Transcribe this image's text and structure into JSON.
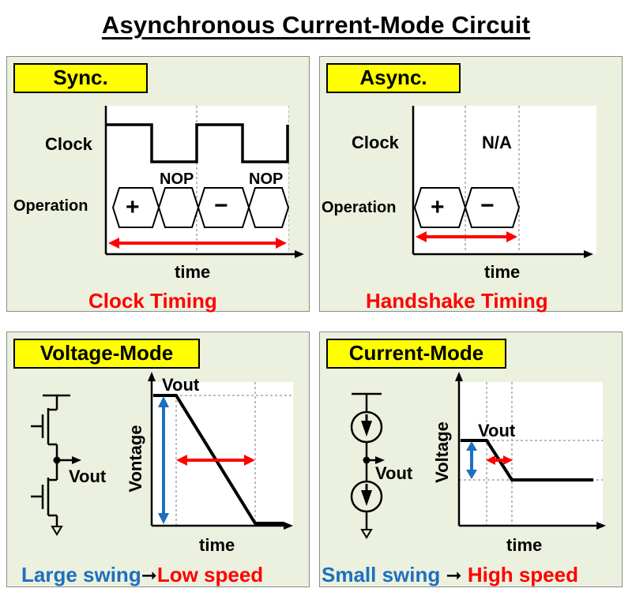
{
  "title": "Asynchronous Current-Mode Circuit",
  "colors": {
    "panel_bg": "#ebf1de",
    "tag_bg": "#ffff00",
    "red": "#ff0000",
    "blue": "#1f6fbf"
  },
  "sync": {
    "tag": "Sync.",
    "clock_label": "Clock",
    "operation_label": "Operation",
    "nop1": "NOP",
    "nop2": "NOP",
    "plus": "+",
    "minus": "−",
    "time_label": "time",
    "caption": "Clock Timing"
  },
  "async": {
    "tag": "Async.",
    "clock_label": "Clock",
    "na": "N/A",
    "operation_label": "Operation",
    "plus": "+",
    "minus": "−",
    "time_label": "time",
    "caption": "Handshake Timing"
  },
  "voltage_mode": {
    "tag": "Voltage-Mode",
    "vout_circuit": "Vout",
    "vout_plot": "Vout",
    "y_label": "Vontage",
    "time_label": "time",
    "caption_left": "Large swing",
    "caption_arrow": "➞",
    "caption_right": "Low speed"
  },
  "current_mode": {
    "tag": "Current-Mode",
    "vout_circuit": "Vout",
    "vout_plot": "Vout",
    "y_label": "Voltage",
    "time_label": "time",
    "caption_left": "Small swing",
    "caption_arrow": "➞",
    "caption_right": "High speed"
  }
}
